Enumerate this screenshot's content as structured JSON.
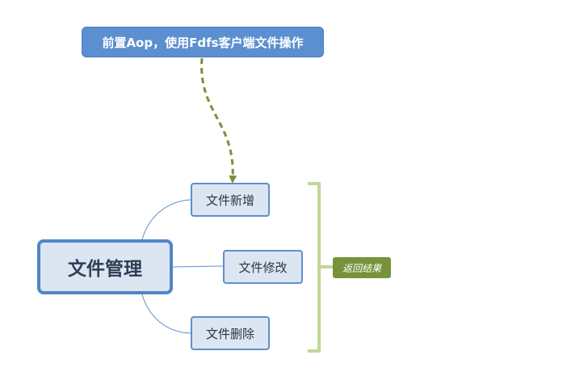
{
  "callout": {
    "label": "前置Aop，使用Fdfs客户端文件操作"
  },
  "root": {
    "label": "文件管理"
  },
  "children": [
    {
      "label": "文件新增"
    },
    {
      "label": "文件修改"
    },
    {
      "label": "文件删除"
    }
  ],
  "summary": {
    "label": "返回结果"
  },
  "colors": {
    "callout_fill": "#5B8FD0",
    "root_border": "#4F86C6",
    "node_fill": "#DCE6F2",
    "connector": "#5E8FCF",
    "dashed_arrow": "#76933C",
    "bracket": "#C3D69B",
    "summary_fill": "#76933C"
  }
}
